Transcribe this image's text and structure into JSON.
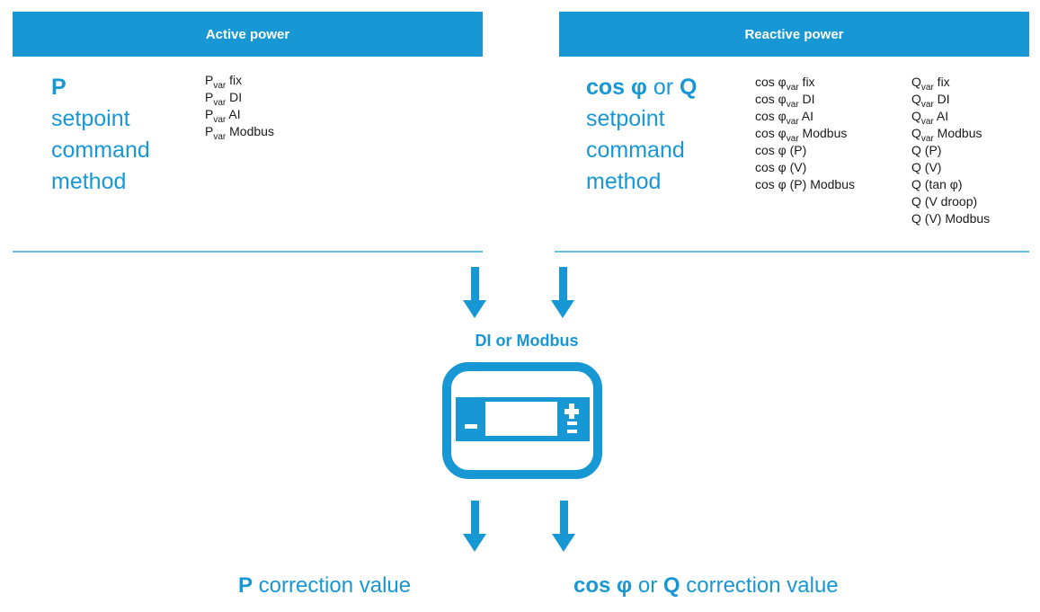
{
  "colors": {
    "primary": "#1797d4",
    "divider": "#6cbce2",
    "list_text": "#1a1a1a",
    "header_text": "#ffffff"
  },
  "active_power": {
    "header": "Active power",
    "title_bold": "P",
    "title_lines": [
      "setpoint",
      "command",
      "method"
    ],
    "methods": [
      {
        "base": "P",
        "sub": "var",
        "rest": " fix"
      },
      {
        "base": "P",
        "sub": "var",
        "rest": " DI"
      },
      {
        "base": "P",
        "sub": "var",
        "rest": " AI"
      },
      {
        "base": "P",
        "sub": "var",
        "rest": " Modbus"
      }
    ]
  },
  "reactive_power": {
    "header": "Reactive power",
    "title_bold1": "cos φ",
    "title_mid": " or ",
    "title_bold2": "Q",
    "title_lines": [
      "setpoint",
      "command",
      "method"
    ],
    "cos_methods": [
      {
        "base": "cos φ",
        "sub": "var",
        "rest": " fix"
      },
      {
        "base": "cos φ",
        "sub": "var",
        "rest": " DI"
      },
      {
        "base": "cos φ",
        "sub": "var",
        "rest": " AI"
      },
      {
        "base": "cos φ",
        "sub": "var",
        "rest": " Modbus"
      },
      {
        "base": "cos φ (P)",
        "sub": "",
        "rest": ""
      },
      {
        "base": "cos φ (V)",
        "sub": "",
        "rest": ""
      },
      {
        "base": "cos φ (P) Modbus",
        "sub": "",
        "rest": ""
      }
    ],
    "q_methods": [
      {
        "base": "Q",
        "sub": "var",
        "rest": " fix"
      },
      {
        "base": "Q",
        "sub": "var",
        "rest": " DI"
      },
      {
        "base": "Q",
        "sub": "var",
        "rest": " AI"
      },
      {
        "base": "Q",
        "sub": "var",
        "rest": " Modbus"
      },
      {
        "base": "Q (P)",
        "sub": "",
        "rest": ""
      },
      {
        "base": "Q (V)",
        "sub": "",
        "rest": ""
      },
      {
        "base": "Q (tan φ)",
        "sub": "",
        "rest": ""
      },
      {
        "base": "Q (V droop)",
        "sub": "",
        "rest": ""
      },
      {
        "base": "Q (V) Modbus",
        "sub": "",
        "rest": ""
      }
    ]
  },
  "device": {
    "label": "DI or Modbus",
    "icon": "control-panel-icon"
  },
  "outputs": {
    "p_correction": {
      "bold": "P",
      "rest": " correction value"
    },
    "q_correction": {
      "bold1": "cos φ",
      "mid": " or ",
      "bold2": "Q",
      "rest": " correction value"
    }
  }
}
